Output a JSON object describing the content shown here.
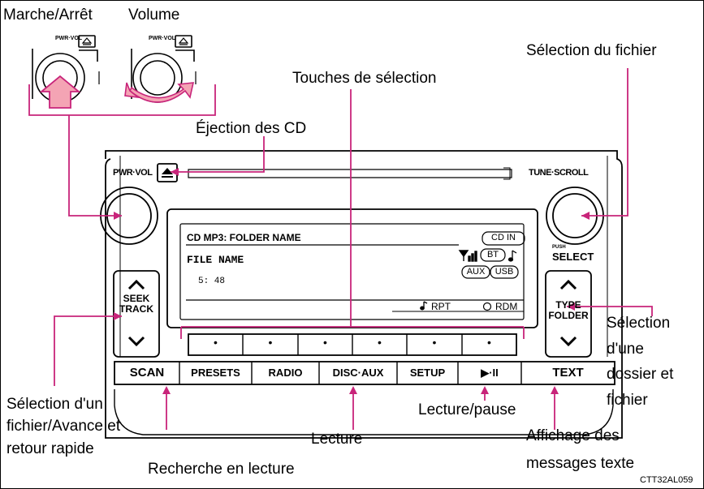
{
  "callouts": {
    "power": "Marche/Arrêt",
    "volume": "Volume",
    "file_select": "Sélection du fichier",
    "select_keys": "Touches de sélection",
    "eject": "Éjection des CD",
    "folder_select_1": "Sélection",
    "folder_select_2": "d'une",
    "folder_select_3": "dossier et",
    "folder_select_4": "fichier",
    "seek_1": "Sélection d'un",
    "seek_2": "fichier/Avance et",
    "seek_3": "retour rapide",
    "lecture": "Lecture",
    "play_pause": "Lecture/pause",
    "text_display_1": "Affichage des",
    "text_display_2": "messages texte",
    "scan_search": "Recherche en lecture"
  },
  "figure_code": "CTT32AL059",
  "knob_small_label": "PWR·VOL",
  "unit": {
    "left_knob_label": "PWR·VOL",
    "right_knob_label": "TUNE·SCROLL",
    "push_label": "PUSH",
    "select_label": "SELECT",
    "seek_label_1": "SEEK",
    "seek_label_2": "TRACK",
    "type_label_1": "TYPE",
    "type_label_2": "FOLDER"
  },
  "display": {
    "line1": "CD MP3: FOLDER NAME",
    "line2": "FILE NAME",
    "time": "5: 48",
    "cd_in": "CD IN",
    "bt": "BT",
    "aux": "AUX",
    "usb": "USB",
    "rpt": "RPT",
    "rdm": "RDM"
  },
  "preset_dots": [
    "•",
    "•",
    "•",
    "•",
    "•",
    "•"
  ],
  "function_buttons": [
    "SCAN",
    "PRESETS",
    "RADIO",
    "DISC·AUX",
    "SETUP",
    "▶·II",
    "TEXT"
  ],
  "colors": {
    "callout_line": "#c8247a",
    "outline": "#000000"
  }
}
